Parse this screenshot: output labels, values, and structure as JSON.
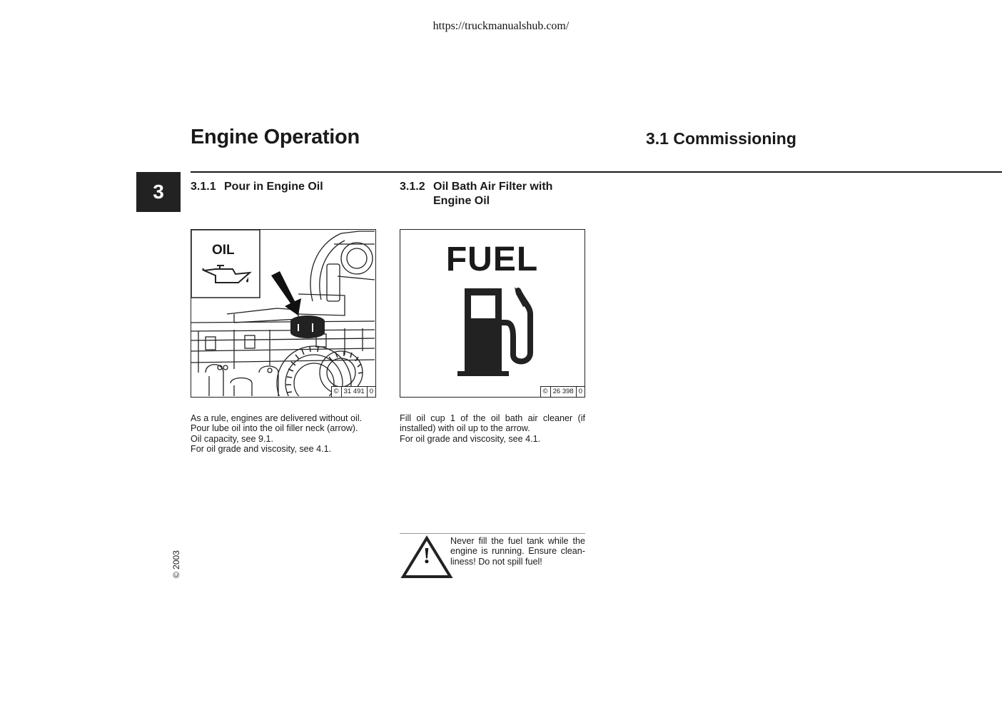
{
  "header": {
    "url": "https://truckmanualshub.com/"
  },
  "page": {
    "title": "Engine Operation",
    "section": "3.1 Commissioning",
    "chapter_tab": "3",
    "copyright": "© 2003"
  },
  "subsections": [
    {
      "number": "3.1.1",
      "title": "Pour in Engine Oil",
      "figure": {
        "label": "OIL",
        "id_copyright": "©",
        "id_number": "31 491",
        "id_suffix": "0"
      },
      "text": [
        "As a rule, engines are delivered without oil.",
        "Pour lube oil into the oil filler neck (arrow).",
        "Oil capacity, see 9.1.",
        "For oil grade and viscosity, see 4.1."
      ]
    },
    {
      "number": "3.1.2",
      "title_line1": "Oil Bath Air Filter with",
      "title_line2": "Engine Oil",
      "figure": {
        "label": "FUEL",
        "id_copyright": "©",
        "id_number": "26 398",
        "id_suffix": "0"
      },
      "text": [
        "Fill oil cup 1 of the oil bath air cleaner (if installed) with oil up to the arrow.",
        "For oil grade and viscosity, see 4.1."
      ]
    }
  ],
  "warning": {
    "symbol": "!",
    "text": "Never fill the fuel tank while the engine is running. Ensure clean-liness! Do not spill fuel!"
  }
}
